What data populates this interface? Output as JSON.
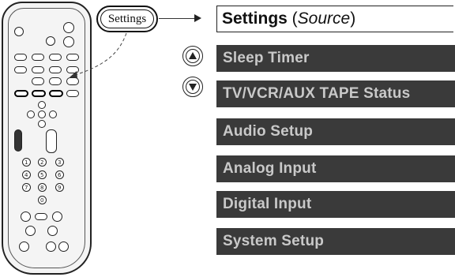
{
  "settings_button": {
    "label": "Settings"
  },
  "menu": {
    "title_main": "Settings",
    "title_source": "Source",
    "items": [
      {
        "label": "Sleep Timer"
      },
      {
        "label": "TV/VCR/AUX TAPE Status"
      },
      {
        "label": "Audio Setup"
      },
      {
        "label": "Analog Input"
      },
      {
        "label": "Digital Input"
      },
      {
        "label": "System Setup"
      }
    ]
  },
  "remote": {
    "number_keys": [
      "1",
      "2",
      "3",
      "4",
      "5",
      "6",
      "7",
      "8",
      "9",
      "0"
    ]
  },
  "colors": {
    "menu_item_bg": "#3a3a3a",
    "menu_item_text": "#c9c9c9",
    "outline": "#222222"
  }
}
